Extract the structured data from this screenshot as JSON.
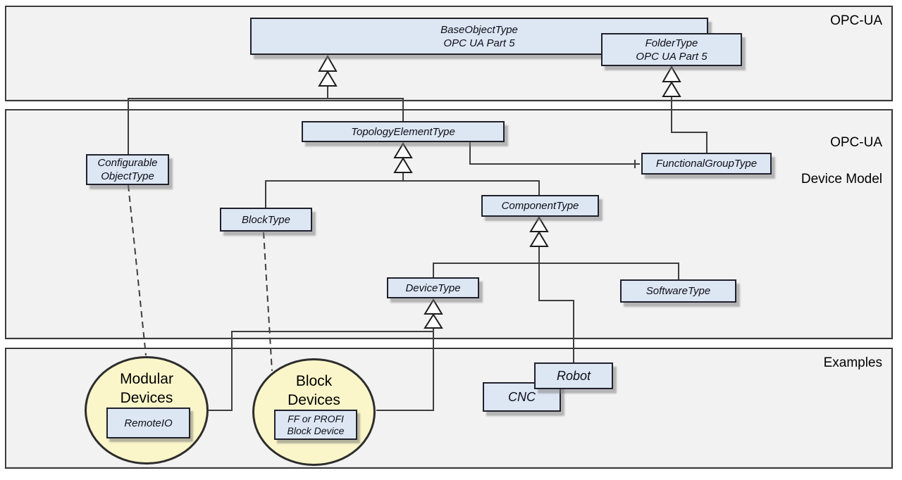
{
  "bands": {
    "opcua_label": "OPC-UA",
    "device_model_line1": "OPC-UA",
    "device_model_line2": "Device Model",
    "examples_label": "Examples"
  },
  "nodes": {
    "base_object_type": {
      "line1": "BaseObjectType",
      "line2": "OPC UA Part 5"
    },
    "folder_type": {
      "line1": "FolderType",
      "line2": "OPC UA Part 5"
    },
    "topology_element_type": {
      "label": "TopologyElementType"
    },
    "configurable_object_type": {
      "line1": "Configurable",
      "line2": "ObjectType"
    },
    "functional_group_type": {
      "label": "FunctionalGroupType"
    },
    "block_type": {
      "label": "BlockType"
    },
    "component_type": {
      "label": "ComponentType"
    },
    "device_type": {
      "label": "DeviceType"
    },
    "software_type": {
      "label": "SoftwareType"
    },
    "robot": {
      "label": "Robot"
    },
    "cnc": {
      "label": "CNC"
    },
    "remote_io": {
      "label": "RemoteIO"
    },
    "ff_block_device": {
      "line1": "FF or PROFI",
      "line2": "Block Device"
    }
  },
  "examples": {
    "modular_devices": {
      "line1": "Modular",
      "line2": "Devices"
    },
    "block_devices": {
      "line1": "Block",
      "line2": "Devices"
    }
  },
  "colors": {
    "node_fill": "#dde7f4",
    "node_border": "#20202c",
    "circle_fill": "#faf6c9",
    "band_fill": "#f2f2f2",
    "connector": "#3e3e3e"
  }
}
